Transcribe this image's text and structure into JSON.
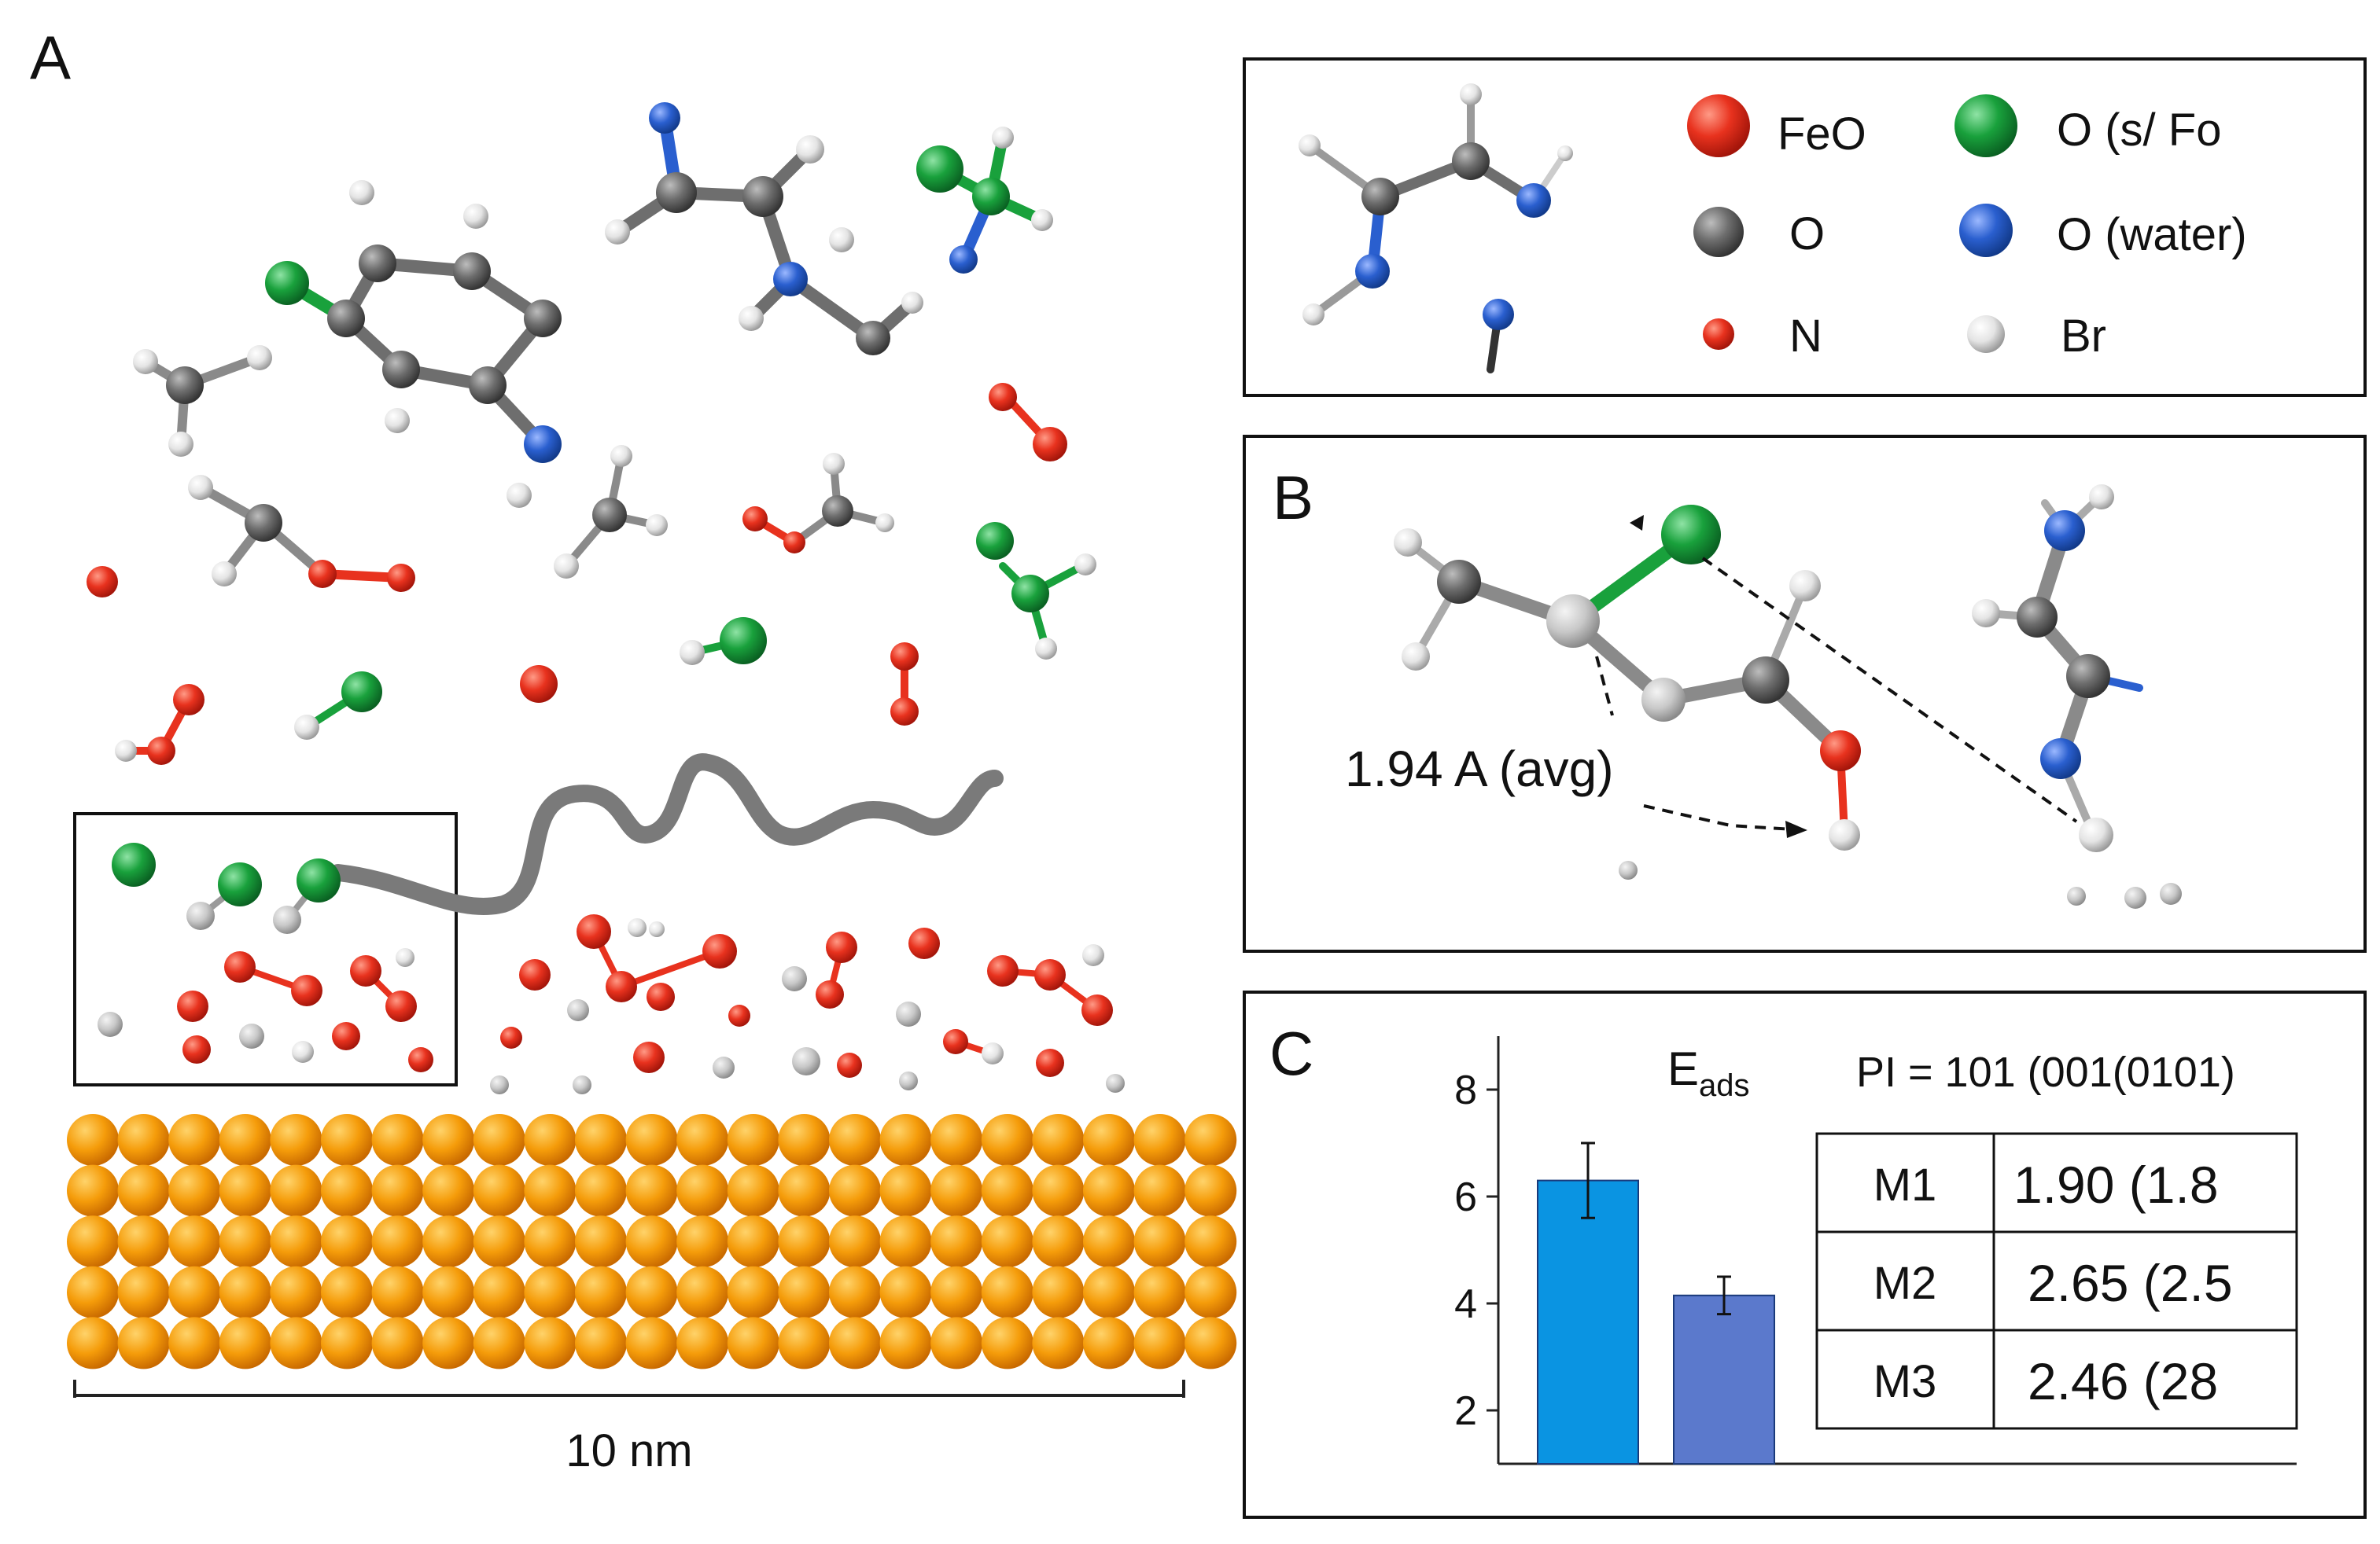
{
  "panels": {
    "a": {
      "label": "A",
      "scale_bar_label": "10 nm"
    },
    "b": {
      "label": "B",
      "distance_label": "1.94 A (avg)"
    },
    "c": {
      "label": "C",
      "chart_title_main": "E",
      "chart_title_sub": "ads",
      "pi_label": "PI = 101 (001(0101)",
      "table": [
        {
          "name": "M1",
          "value": "1.90 (1.8"
        },
        {
          "name": "M2",
          "value": "2.65 (2.5"
        },
        {
          "name": "M3",
          "value": "2.46 (28"
        }
      ]
    }
  },
  "legend": [
    {
      "label": "FeO",
      "color": "#e8321e"
    },
    {
      "label": "O (s/ Fo",
      "color": "#19a13c"
    },
    {
      "label": "O",
      "color": "#6e6e6e"
    },
    {
      "label": "O (water)",
      "color": "#2a5fcf"
    },
    {
      "label": "N",
      "color": "#e8321e"
    },
    {
      "label": "Br",
      "color": "#dcdcdc"
    }
  ],
  "colors": {
    "surface": "#f5a20c",
    "fe_o": "#e8321e",
    "o_green": "#19a13c",
    "o_grey": "#6e6e6e",
    "o_blue": "#2a5fcf",
    "h_white": "#e4e4e4"
  },
  "chart_data": {
    "type": "bar",
    "categories": [
      "",
      ""
    ],
    "values": [
      6.3,
      4.15
    ],
    "error": [
      0.7,
      0.35
    ],
    "colors": [
      "#0a94e2",
      "#5b79cc"
    ],
    "yticks": [
      2,
      4,
      6,
      8
    ],
    "ylim": [
      1,
      9
    ],
    "title": "Eads"
  }
}
